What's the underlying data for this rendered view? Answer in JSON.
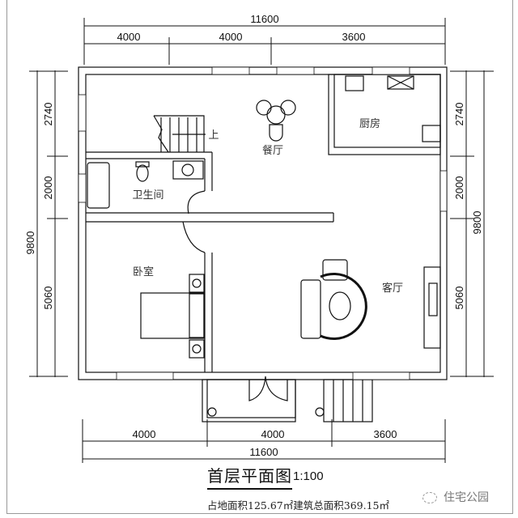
{
  "plan": {
    "title": "首层平面图",
    "scale": "1:100",
    "area_text": "占地面积125.67㎡建筑总面积369.15㎡",
    "watermark": "住宅公园"
  },
  "dimensions": {
    "top_total": "11600",
    "top_segments": [
      "4000",
      "4000",
      "3600"
    ],
    "bottom_total": "11600",
    "bottom_segments": [
      "4000",
      "4000",
      "3600"
    ],
    "left_total": "9800",
    "left_segments": [
      "2740",
      "2000",
      "5060"
    ],
    "right_total": "9800",
    "right_segments": [
      "2740",
      "2000",
      "5060"
    ]
  },
  "rooms": {
    "dining": "餐厅",
    "kitchen": "厨房",
    "bathroom": "卫生间",
    "bedroom": "卧室",
    "living": "客厅",
    "stair_up": "上"
  }
}
